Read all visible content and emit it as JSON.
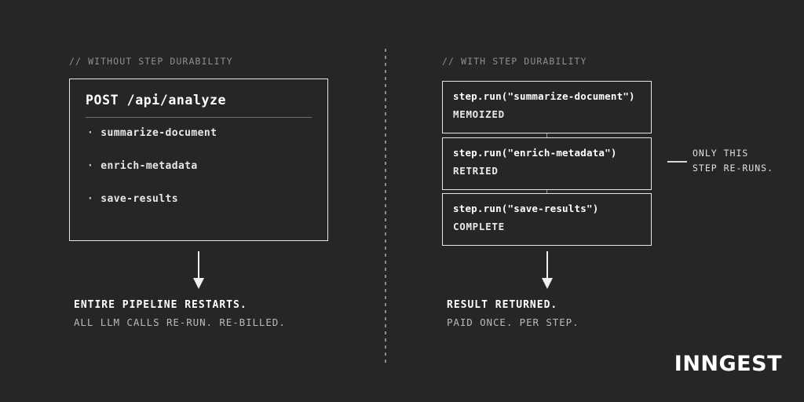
{
  "theme": {
    "background": "#262626",
    "foreground": "#ffffff",
    "muted": "#8f8f8f",
    "border": "#e6e6e6"
  },
  "left": {
    "caption": "// WITHOUT STEP DURABILITY",
    "card": {
      "title": "POST /api/analyze",
      "bullet_glyph": "·",
      "items": [
        {
          "label": "summarize-document"
        },
        {
          "label": "enrich-metadata"
        },
        {
          "label": "save-results"
        }
      ]
    },
    "outcome": {
      "line1": "ENTIRE PIPELINE RESTARTS.",
      "line2": "ALL LLM CALLS RE-RUN. RE-BILLED."
    }
  },
  "right": {
    "caption": "// WITH STEP DURABILITY",
    "steps": [
      {
        "call": "step.run(\"summarize-document\")",
        "state": "MEMOIZED"
      },
      {
        "call": "step.run(\"enrich-metadata\")",
        "state": "RETRIED"
      },
      {
        "call": "step.run(\"save-results\")",
        "state": "COMPLETE"
      }
    ],
    "callout": {
      "line1": "ONLY THIS",
      "line2": "STEP RE-RUNS."
    },
    "outcome": {
      "line1": "RESULT RETURNED.",
      "line2": "PAID ONCE. PER STEP."
    }
  },
  "brand": {
    "wordmark": "INNGEST"
  }
}
